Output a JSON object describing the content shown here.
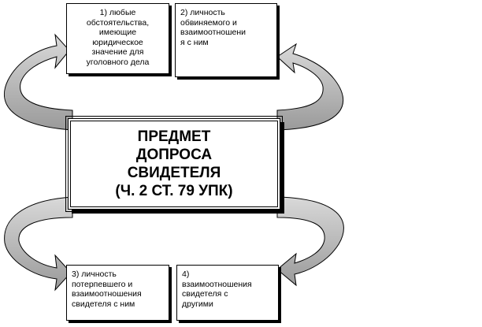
{
  "center": {
    "text": "ПРЕДМЕТ\nДОПРОСА\nСВИДЕТЕЛЯ\n(Ч. 2 СТ. 79 УПК)"
  },
  "boxes": [
    {
      "text": "1) любые\nобстоятельства,\nимеющие\nюридическое\nзначение для\nуголовного дела"
    },
    {
      "text": "2) личность\nобвиняемого и\nвзаимоотношени\nя с ним"
    },
    {
      "text": "3) личность\nпотерпевшего и\nвзаимоотношения\nсвидетеля с ним"
    },
    {
      "text": "4)\nвзаимоотношения\nсвидетеля с\nдругими"
    }
  ],
  "arrows": [
    {
      "from": "center",
      "to": "box1",
      "icon": "curved-arrow"
    },
    {
      "from": "center",
      "to": "box2",
      "icon": "curved-arrow"
    },
    {
      "from": "center",
      "to": "box3",
      "icon": "curved-arrow"
    },
    {
      "from": "center",
      "to": "box4",
      "icon": "curved-arrow"
    }
  ]
}
